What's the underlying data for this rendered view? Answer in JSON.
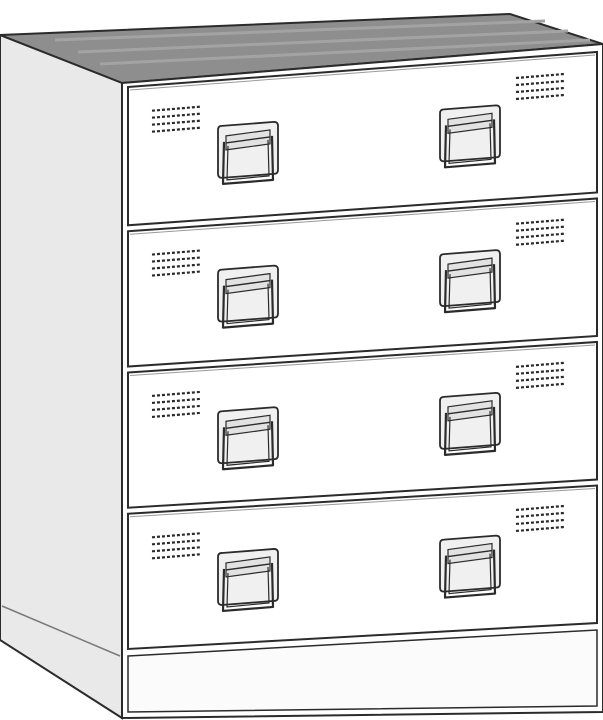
{
  "object": {
    "type": "metal-drawer-cabinet",
    "drawer_count": 4,
    "handles_per_drawer": 2,
    "vent_groups_per_drawer": 2
  },
  "colors": {
    "background": "#ffffff",
    "line": "#2b2b2b",
    "top_fill": "#8e8e8e",
    "top_stripe": "#a3a3a3",
    "side_fill": "#e9e9e9",
    "front_fill": "#ffffff",
    "handle_plate": "#f0f0f0",
    "handle_plate_inner": "#e2e2e2"
  },
  "drawers": [
    {
      "id": 1
    },
    {
      "id": 2
    },
    {
      "id": 3
    },
    {
      "id": 4
    }
  ]
}
